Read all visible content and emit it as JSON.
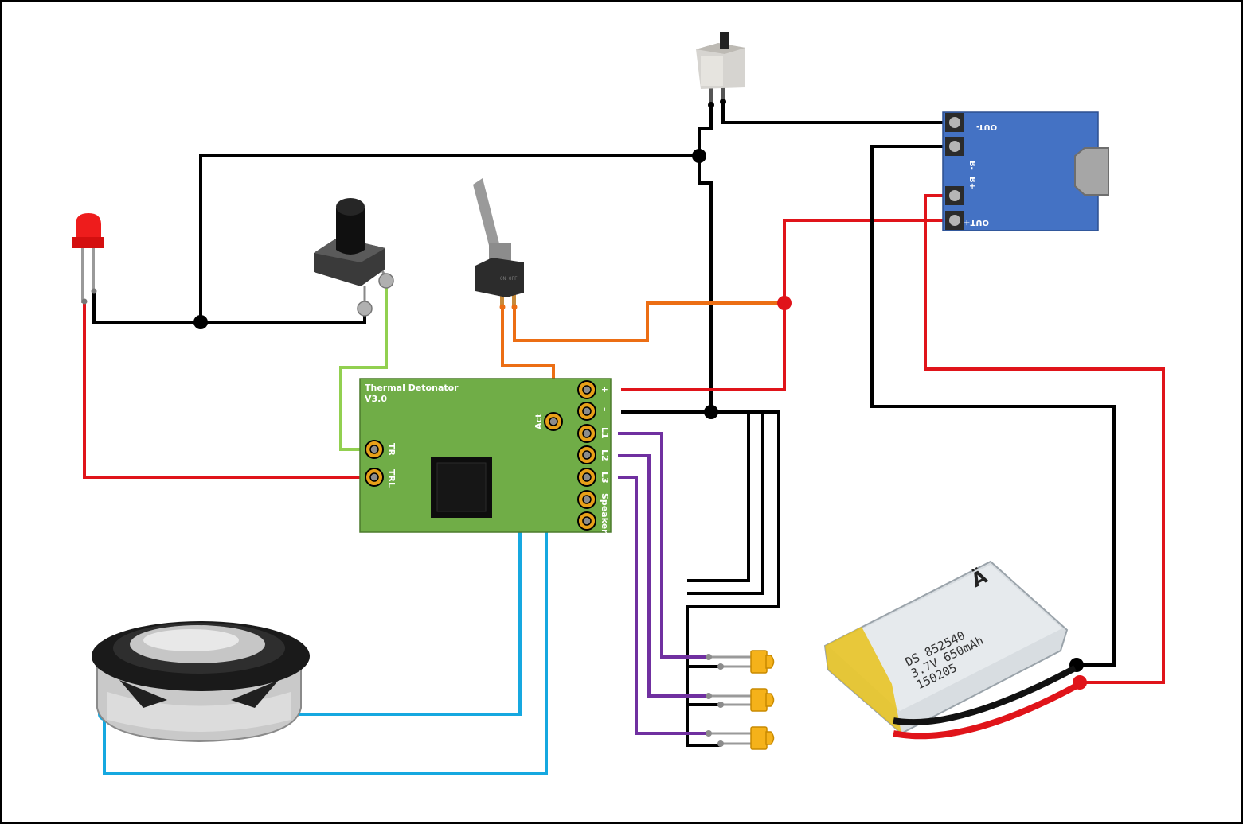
{
  "board": {
    "title": "Thermal Detonator",
    "version": "V3.0",
    "pins": {
      "plus": "+",
      "minus": "–",
      "l1": "L1",
      "l2": "L2",
      "l3": "L3",
      "speaker": "Speaker",
      "act": "Act",
      "tr": "TR",
      "trl": "TRL"
    }
  },
  "charger": {
    "pins": {
      "out_minus": "OUT-",
      "b_minus": "B-",
      "b_plus": "B+",
      "out_plus": "OUT+"
    }
  },
  "battery": {
    "brand": "Ä",
    "line1": "DS 852540",
    "line2": "3.7V 650mAh",
    "line3": "150205",
    "plus": "+",
    "minus": "-"
  },
  "toggle_switch": {
    "marking": "ON  OFF"
  },
  "colors": {
    "ground": "#000000",
    "positive": "#e0141a",
    "activation": "#ec6e14",
    "trigger": "#92d050",
    "leds": "#7030a0",
    "speaker": "#16a8e0",
    "board": "#70ad47",
    "charger": "#4472c4",
    "header_pin": "#e8a018",
    "led_body": "#f5b21a"
  }
}
